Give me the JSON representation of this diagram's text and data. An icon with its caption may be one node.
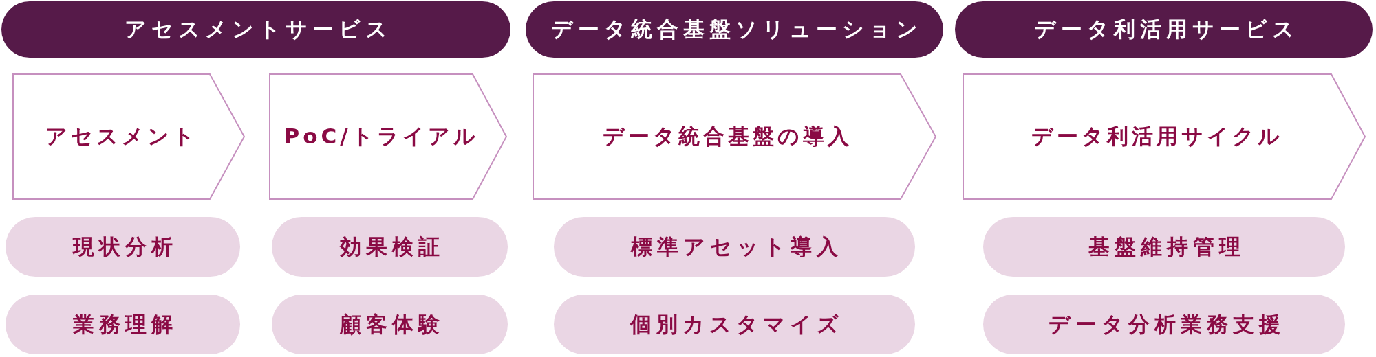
{
  "diagram": {
    "nodes": [
      {
        "text": [
          "アセスメントサービス"
        ]
      },
      {
        "text": [
          "データ統合基盤ソリューション"
        ]
      },
      {
        "text": [
          "データ利活用サービス"
        ]
      },
      {
        "text": [
          "アセスメント"
        ]
      },
      {
        "text": [
          "PoC/トライアル"
        ]
      },
      {
        "text": [
          "データ統合基盤の導入"
        ]
      },
      {
        "text": [
          "データ利活用サイクル"
        ]
      },
      {
        "text": [
          "現状分析"
        ]
      },
      {
        "text": [
          "効果検証"
        ]
      },
      {
        "text": [
          "標準アセット導入"
        ]
      },
      {
        "text": [
          "基盤維持管理"
        ]
      },
      {
        "text": [
          "業務理解"
        ]
      },
      {
        "text": [
          "顧客体験"
        ]
      },
      {
        "text": [
          "個別カスタマイズ"
        ]
      },
      {
        "text": [
          "データ分析業務支援"
        ]
      }
    ]
  }
}
